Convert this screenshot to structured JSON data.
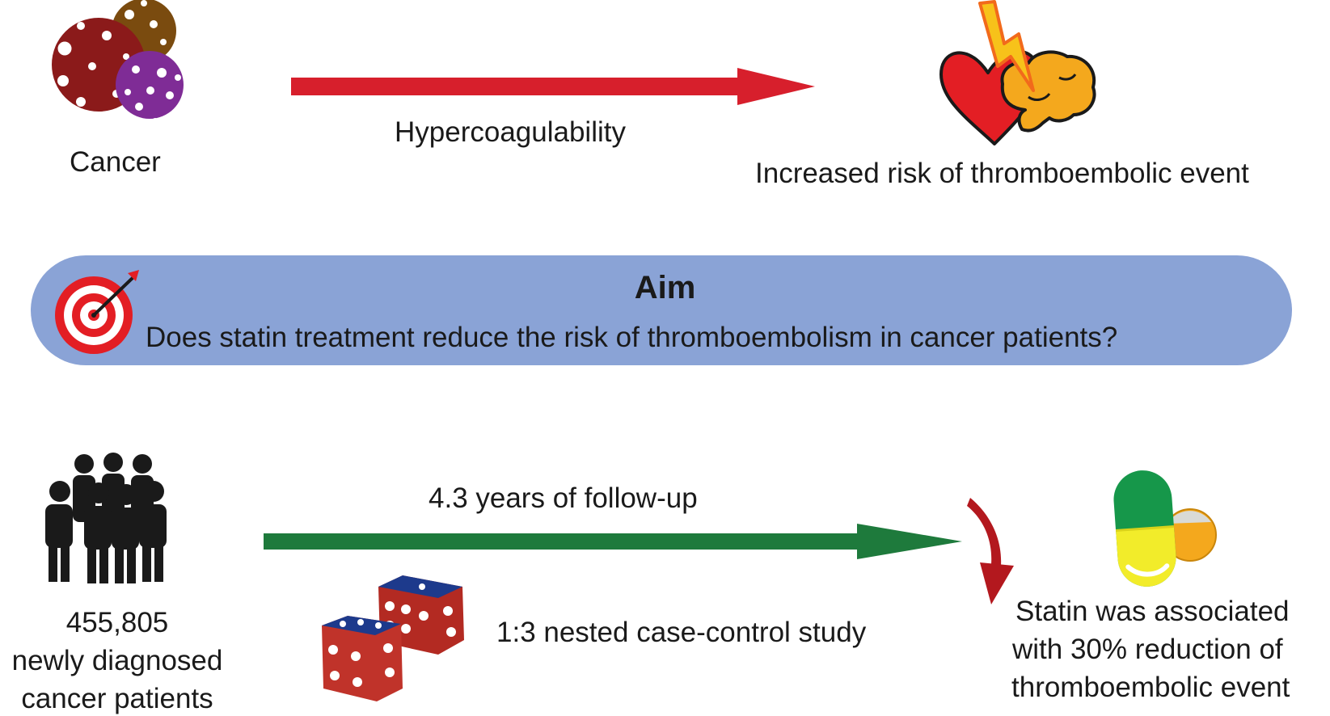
{
  "top_row": {
    "cancer_label": "Cancer",
    "arrow_label": "Hypercoagulability",
    "outcome_label": "Increased risk of thromboembolic event",
    "arrow_color": "#d71f2c"
  },
  "aim": {
    "title": "Aim",
    "question": "Does statin treatment reduce the risk of thromboembolism in cancer patients?",
    "banner_color": "#8aa3d6"
  },
  "bottom_row": {
    "patients_count": "455,805",
    "patients_line2": "newly diagnosed",
    "patients_line3": "cancer patients",
    "arrow_label": "4.3 years of follow-up",
    "study_label": "1:3 nested case-control study",
    "result_line1": "Statin was associated",
    "result_line2": "with 30% reduction of",
    "result_line3": "thromboembolic event",
    "arrow_color": "#1e7a3c"
  }
}
